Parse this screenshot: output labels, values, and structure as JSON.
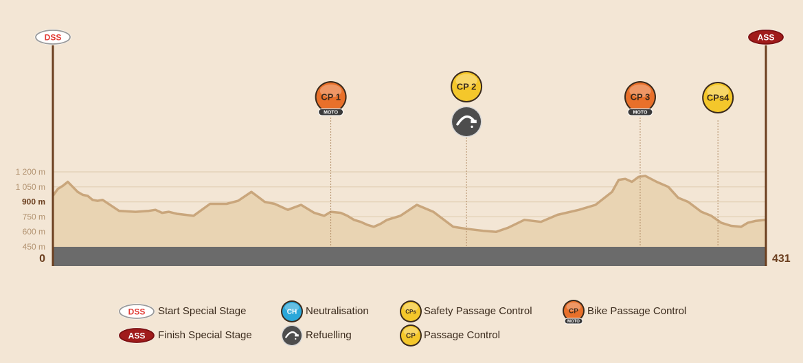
{
  "chart_data": {
    "type": "area",
    "x": [
      0,
      3,
      6,
      9,
      12,
      15,
      18,
      21,
      24,
      27,
      30,
      40,
      50,
      58,
      62,
      66,
      70,
      75,
      85,
      95,
      105,
      112,
      120,
      128,
      134,
      142,
      150,
      158,
      164,
      168,
      174,
      178,
      182,
      186,
      190,
      194,
      198,
      202,
      210,
      220,
      230,
      242,
      250,
      260,
      268,
      275,
      285,
      295,
      305,
      318,
      328,
      338,
      342,
      346,
      350,
      354,
      358,
      365,
      372,
      378,
      384,
      392,
      398,
      404,
      410,
      416,
      420,
      425,
      431
    ],
    "y": [
      960,
      1030,
      1060,
      1100,
      1050,
      1000,
      970,
      960,
      920,
      910,
      920,
      810,
      800,
      810,
      820,
      790,
      800,
      780,
      760,
      880,
      880,
      910,
      1000,
      900,
      880,
      820,
      870,
      790,
      760,
      800,
      790,
      760,
      720,
      700,
      670,
      650,
      680,
      720,
      760,
      870,
      800,
      650,
      630,
      610,
      600,
      640,
      720,
      700,
      770,
      820,
      870,
      1000,
      1120,
      1130,
      1100,
      1150,
      1160,
      1100,
      1050,
      940,
      900,
      800,
      760,
      690,
      660,
      650,
      690,
      710,
      720
    ],
    "ylim": [
      450,
      1200
    ],
    "y_ticks": [
      "1 200 m",
      "1 050 m",
      "900 m",
      "750 m",
      "600 m",
      "450 m"
    ],
    "x_range": [
      0,
      431
    ],
    "x_start_label": "0",
    "x_end_label": "431",
    "grid": true
  },
  "markers": {
    "start": {
      "label": "DSS",
      "km": 0
    },
    "finish": {
      "label": "ASS",
      "km": 431
    },
    "checkpoints": [
      {
        "label": "CP 1",
        "km": 168,
        "type": "bike",
        "badge": "MOTO",
        "color": "#e8702a"
      },
      {
        "label": "CP 2",
        "km": 250,
        "type": "passage",
        "color": "#f4c72b",
        "refuel": true
      },
      {
        "label": "CP 3",
        "km": 355,
        "type": "bike",
        "badge": "MOTO",
        "color": "#e8702a"
      },
      {
        "label": "CPs4",
        "km": 402,
        "type": "safety",
        "color": "#f4c72b"
      }
    ]
  },
  "legend": [
    {
      "icon": "dss-icon",
      "icon_text": "DSS",
      "label": "Start Special Stage"
    },
    {
      "icon": "ass-icon",
      "icon_text": "ASS",
      "label": "Finish Special Stage"
    },
    {
      "icon": "ch-icon",
      "icon_text": "CH",
      "label": "Neutralisation"
    },
    {
      "icon": "refuel-icon",
      "icon_text": "",
      "label": "Refuelling"
    },
    {
      "icon": "cps-icon",
      "icon_text": "CPs",
      "label": "Safety Passage Control"
    },
    {
      "icon": "cp-icon",
      "icon_text": "CP",
      "label": "Passage Control"
    },
    {
      "icon": "cp-moto-icon",
      "icon_text": "CP",
      "badge": "MOTO",
      "label": "Bike Passage Control"
    }
  ],
  "colors": {
    "background": "#f3e6d5",
    "profile_fill": "#e9d4b3",
    "profile_edge": "#c9a67c",
    "base_band": "#6b6b6b",
    "axis": "#6b3f1f",
    "grid": "#e2cfb4",
    "tick_label": "#b39472",
    "dss_red": "#e23b34",
    "ass_red": "#a01b1b",
    "bike_orange": "#e8702a",
    "passage_yellow": "#f4c72b",
    "neutral_blue": "#2aa7d9",
    "refuel_grey": "#4d4d4d"
  }
}
